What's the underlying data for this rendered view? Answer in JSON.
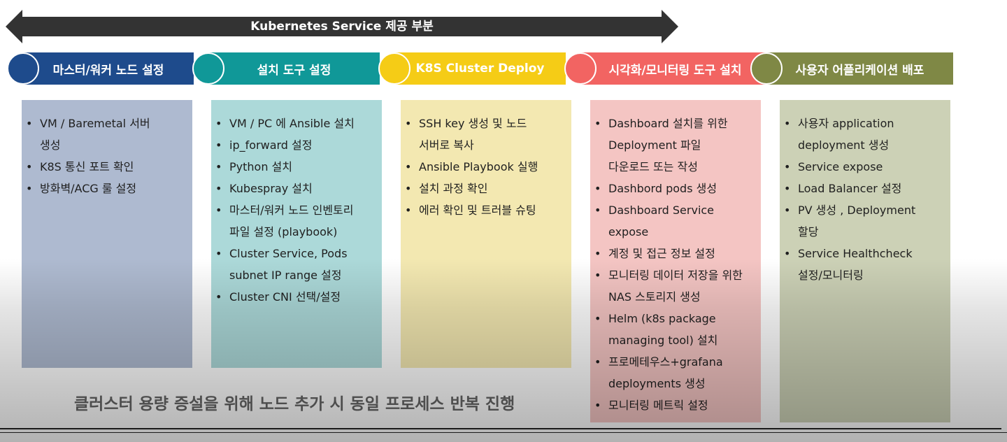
{
  "header": {
    "arrow_label": "Kubernetes Service 제공 부분",
    "arrow_color": "#333333"
  },
  "stages": [
    {
      "label": "마스터/워커 노드 설정",
      "color": "#1e4b8c",
      "box_color": "#aebad0",
      "items": [
        [
          "VM / Baremetal 서버",
          "생성"
        ],
        [
          "K8S 통신 포트 확인"
        ],
        [
          "방화벽/ACG 룰 설정"
        ]
      ]
    },
    {
      "label": "설치 도구 설정",
      "color": "#109898",
      "box_color": "#acd9d9",
      "items": [
        [
          "VM / PC 에 Ansible 설치"
        ],
        [
          "ip_forward 설정"
        ],
        [
          "Python 설치"
        ],
        [
          "Kubespray 설치"
        ],
        [
          "마스터/워커 노드 인벤토리",
          "파일 설정 (playbook)"
        ],
        [
          "Cluster Service, Pods",
          "subnet IP range 설정"
        ],
        [
          "Cluster CNI 선택/설정"
        ]
      ]
    },
    {
      "label": "K8S Cluster Deploy",
      "color": "#f5cc16",
      "box_color": "#f3e8b1",
      "items": [
        [
          "SSH key 생성 및 노드",
          "서버로 복사"
        ],
        [
          "Ansible Playbook 실행"
        ],
        [
          "설치 과정 확인"
        ],
        [
          "에러 확인 및 트러블 슈팅"
        ]
      ]
    },
    {
      "label": "시각화/모니터링 도구 설치",
      "color": "#f26462",
      "box_color": "#f4c5c3",
      "items": [
        [
          "Dashboard 설치를 위한",
          "Deployment 파일",
          "다운로드 또는 작성"
        ],
        [
          "Dashbord pods 생성"
        ],
        [
          "Dashboard Service",
          "expose"
        ],
        [
          "계정 및 접근 정보 설정"
        ],
        [
          "모니터링 데이터 저장을 위한",
          "NAS 스토리지 생성"
        ],
        [
          "Helm (k8s package",
          "managing tool) 설치"
        ],
        [
          "프로메테우스+grafana",
          "deployments 생성"
        ],
        [
          "모니터링 메트릭 설정"
        ]
      ]
    },
    {
      "label": "사용자 어플리케이션 배포",
      "color": "#7f8845",
      "box_color": "#ccd1b6",
      "items": [
        [
          "사용자 application",
          "deployment 생성"
        ],
        [
          "Service expose"
        ],
        [
          "Load Balancer 설정"
        ],
        [
          "PV 생성 , Deployment",
          "할당"
        ],
        [
          "Service Healthcheck",
          "설정/모니터링"
        ]
      ]
    }
  ],
  "footer_note": "클러스터 용량 증설을 위해 노드 추가 시 동일 프로세스 반복 진행",
  "bullet": "•"
}
